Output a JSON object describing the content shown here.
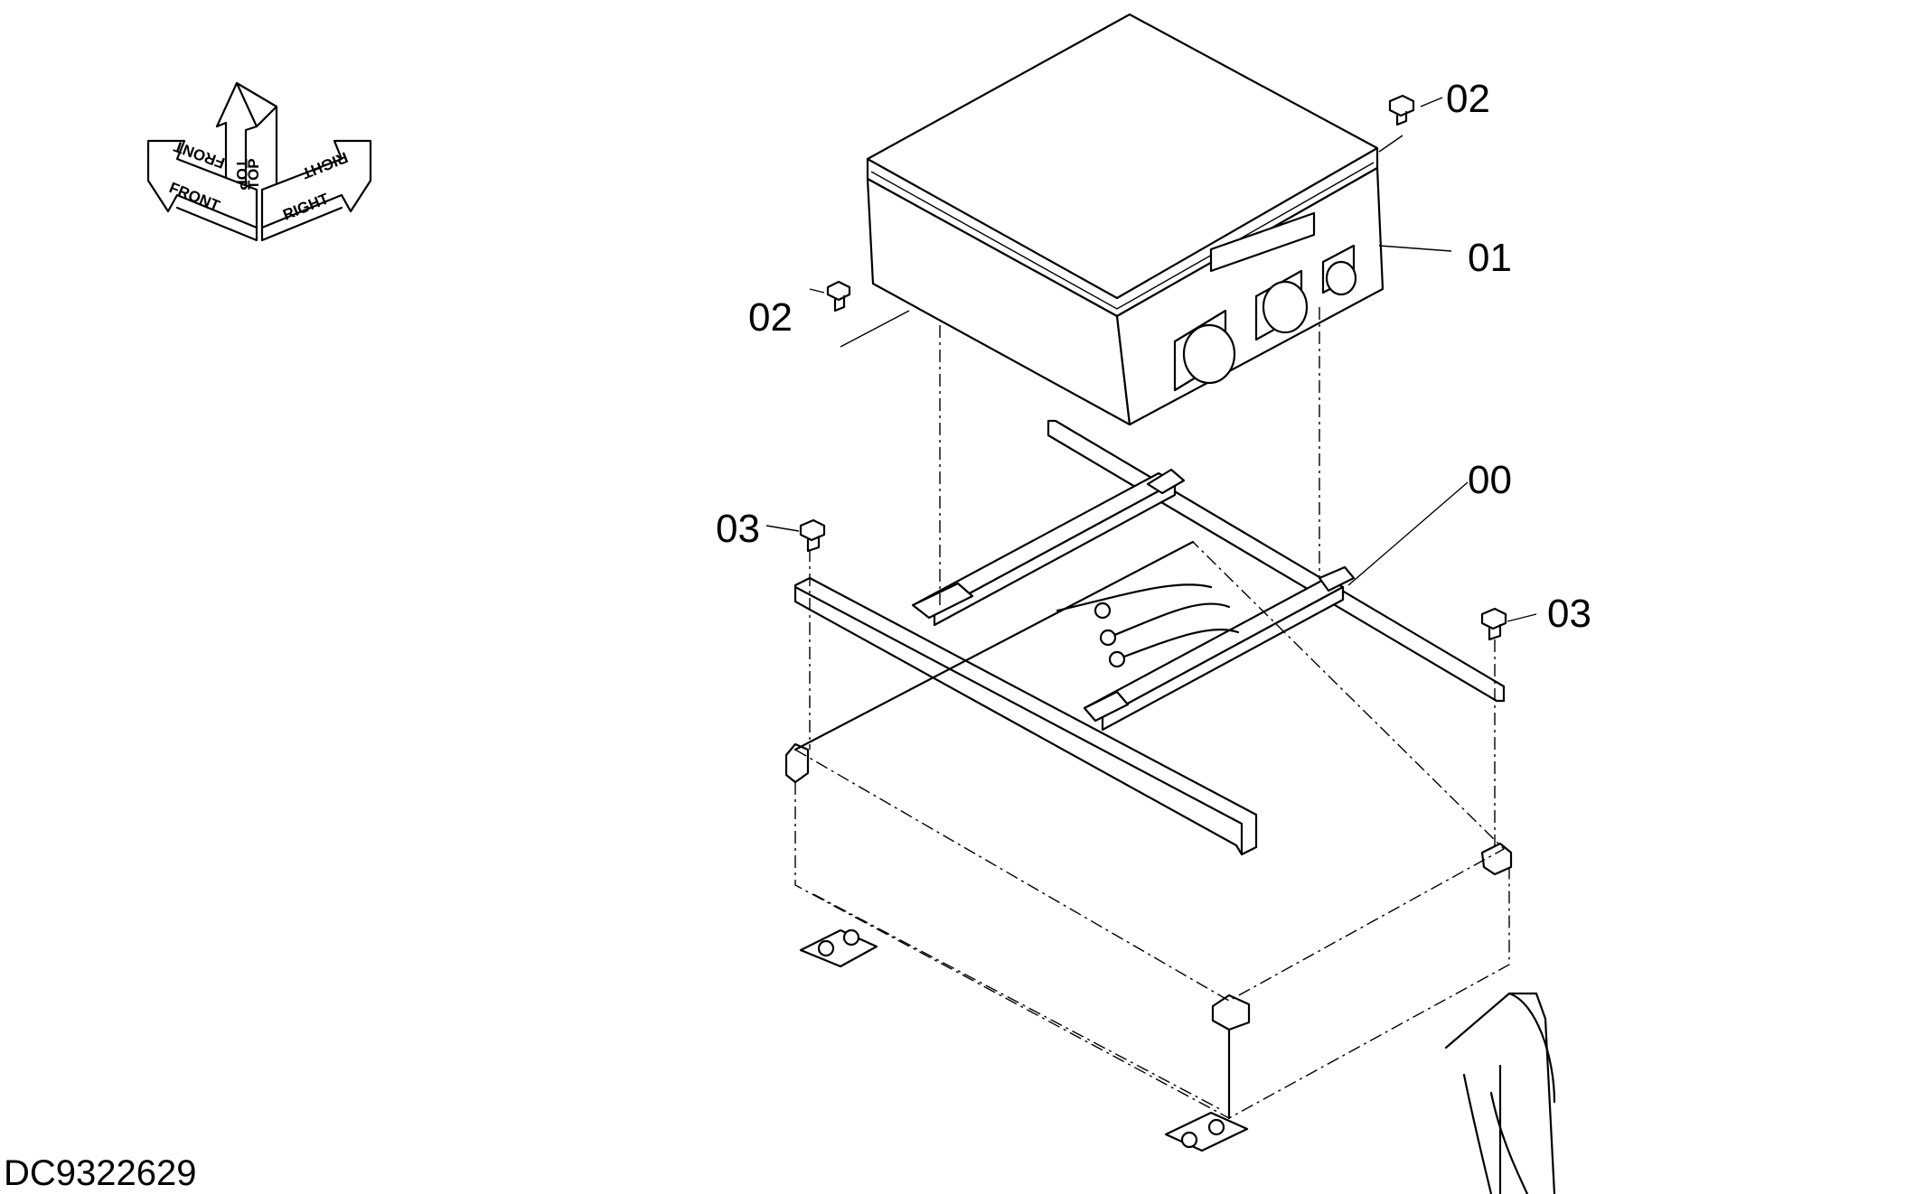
{
  "orientation": {
    "labels": {
      "front": "FRONT",
      "top": "TOP",
      "right": "RIGHT"
    }
  },
  "callouts": {
    "frame": "00",
    "box": "01",
    "bolt_top_right": "02",
    "bolt_left": "02",
    "bolt_frame_left": "03",
    "bolt_frame_right": "03"
  },
  "drawing_id": "DC9322629"
}
